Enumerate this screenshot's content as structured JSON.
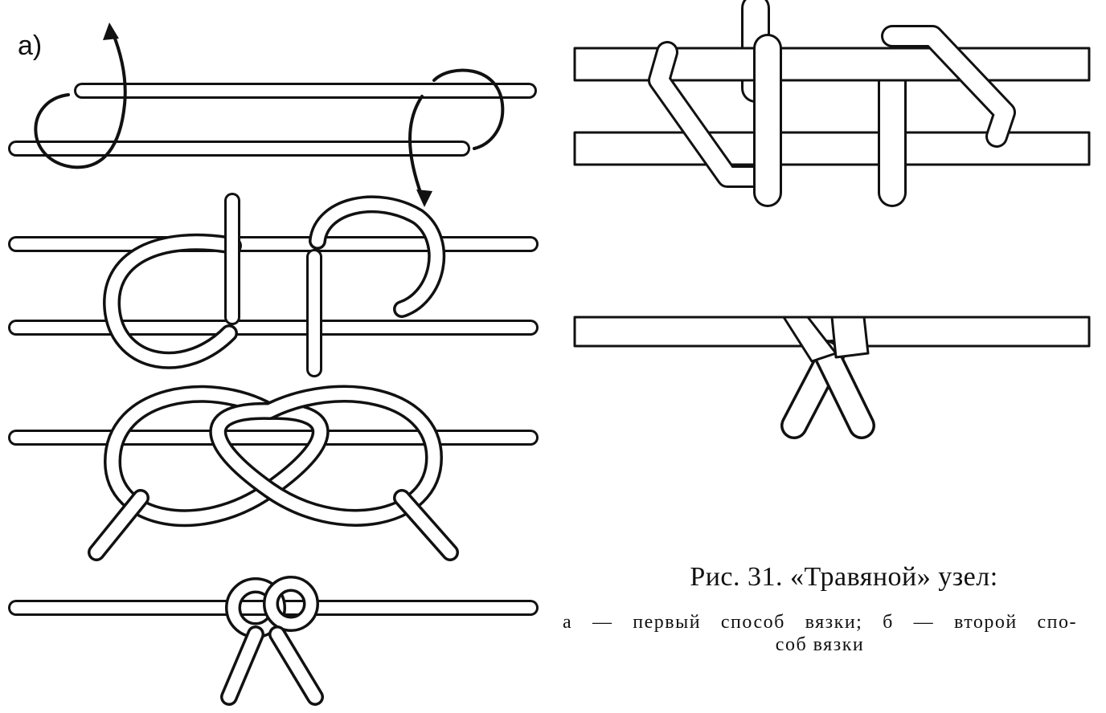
{
  "panel_label": "а)",
  "caption": {
    "title": "Рис. 31. «Травяной» узел:",
    "line1": "а — первый способ вязки; б — второй спо-",
    "line2": "соб вязки"
  }
}
